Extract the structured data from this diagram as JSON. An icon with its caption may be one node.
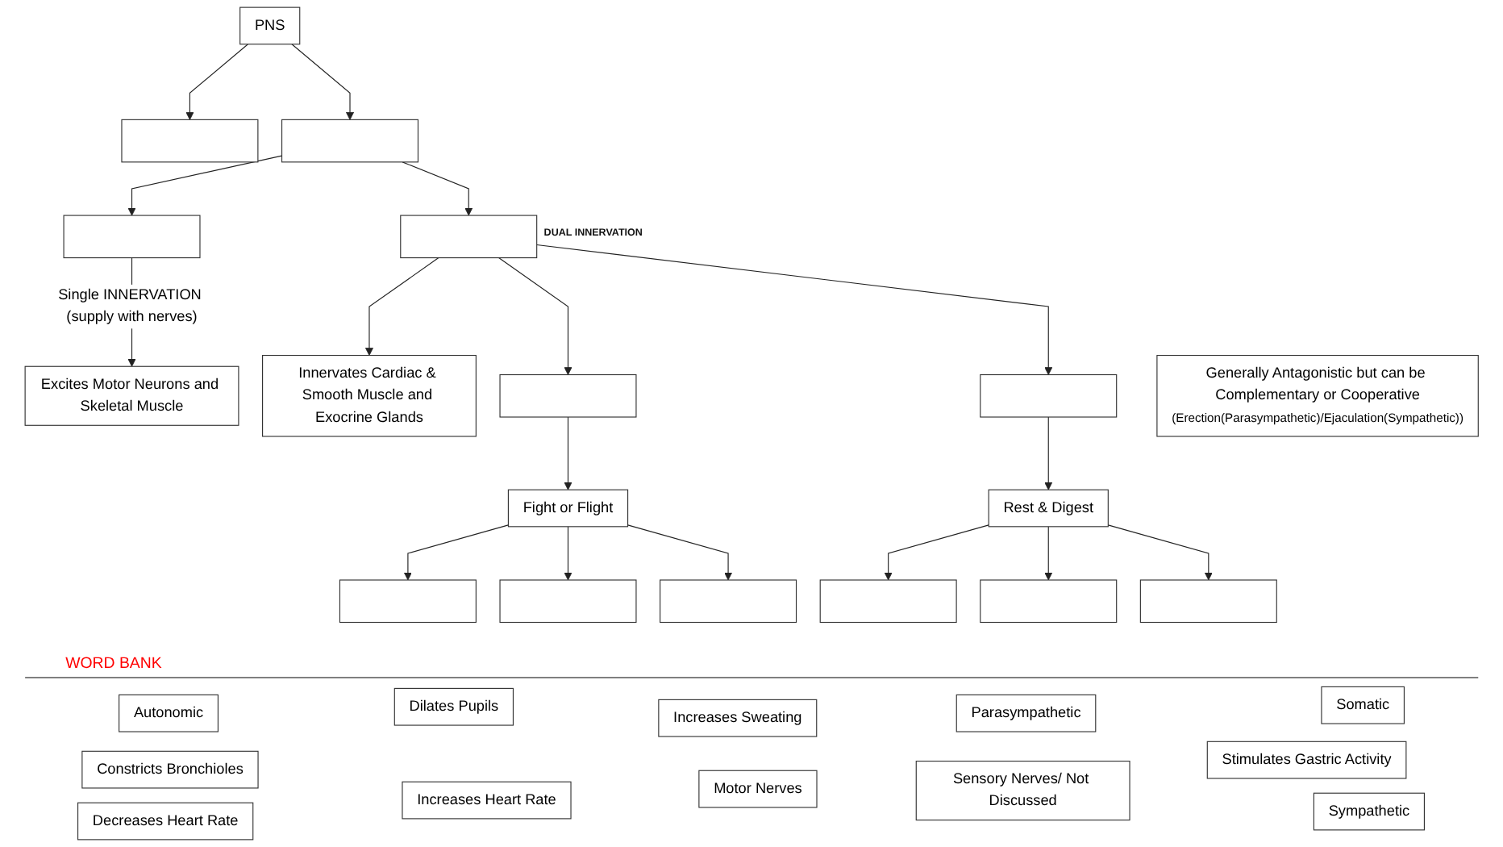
{
  "diagram": {
    "nodes": [
      {
        "text": [
          "PNS"
        ]
      },
      {
        "text": [],
        "shape": "box"
      },
      {
        "text": [],
        "shape": "box"
      },
      {
        "text": [],
        "shape": "box"
      },
      {
        "text": [],
        "shape": "box"
      },
      {
        "text": [
          "Excites Motor Neurons and Skeletal Muscle"
        ]
      },
      {
        "text": [
          "Innervates Cardiac & Smooth Muscle and Exocrine Glands"
        ]
      },
      {
        "text": [],
        "shape": "box"
      },
      {
        "text": [],
        "shape": "box"
      },
      {
        "text": [
          "Generally Antagonistic but can be Complementary or Cooperative",
          "(Erection(Parasympathetic)/Ejaculation(Sympathetic))"
        ]
      },
      {
        "text": [
          "Fight or Flight"
        ]
      },
      {
        "text": [],
        "shape": "box"
      },
      {
        "text": [],
        "shape": "box"
      },
      {
        "text": [],
        "shape": "box"
      },
      {
        "text": [
          "Rest & Digest"
        ]
      },
      {
        "text": [],
        "shape": "box"
      },
      {
        "text": [],
        "shape": "box"
      },
      {
        "text": [],
        "shape": "box"
      },
      {
        "text": [
          "Autonomic"
        ]
      },
      {
        "text": [
          "Dilates Pupils"
        ]
      },
      {
        "text": [
          "Increases Sweating"
        ]
      },
      {
        "text": [
          "Parasympathetic"
        ]
      },
      {
        "text": [
          "Somatic"
        ]
      },
      {
        "text": [
          "Constricts Bronchioles"
        ]
      },
      {
        "text": [
          "Increases Heart Rate"
        ]
      },
      {
        "text": [
          "Motor Nerves"
        ]
      },
      {
        "text": [
          "Sensory Nerves/ Not Discussed"
        ]
      },
      {
        "text": [
          "Stimulates Gastric Activity"
        ]
      },
      {
        "text": [
          "Decreases Heart Rate"
        ]
      },
      {
        "text": [
          "Sympathetic"
        ]
      }
    ],
    "edges": [
      {
        "from": 0,
        "to": 1,
        "arrow": "to"
      },
      {
        "from": 0,
        "to": 2,
        "arrow": "to"
      },
      {
        "from": 2,
        "to": 3,
        "arrow": "to"
      },
      {
        "from": 2,
        "to": 4,
        "arrow": "to"
      },
      {
        "from": 3,
        "to": 5,
        "arrow": "to",
        "label": "Single INNERVATION (supply with nerves)"
      },
      {
        "from": 4,
        "to": 6,
        "arrow": "to"
      },
      {
        "from": 4,
        "to": 7,
        "arrow": "to"
      },
      {
        "from": 4,
        "to": 8,
        "arrow": "to"
      },
      {
        "from": 7,
        "to": 10,
        "arrow": "to"
      },
      {
        "from": 8,
        "to": 14,
        "arrow": "to"
      },
      {
        "from": 10,
        "to": 11,
        "arrow": "to"
      },
      {
        "from": 10,
        "to": 12,
        "arrow": "to"
      },
      {
        "from": 10,
        "to": 13,
        "arrow": "to"
      },
      {
        "from": 14,
        "to": 15,
        "arrow": "to"
      },
      {
        "from": 14,
        "to": 16,
        "arrow": "to"
      },
      {
        "from": 14,
        "to": 17,
        "arrow": "to"
      }
    ],
    "labels": [
      "DUAL INNERVATION",
      "WORD BANK"
    ]
  }
}
